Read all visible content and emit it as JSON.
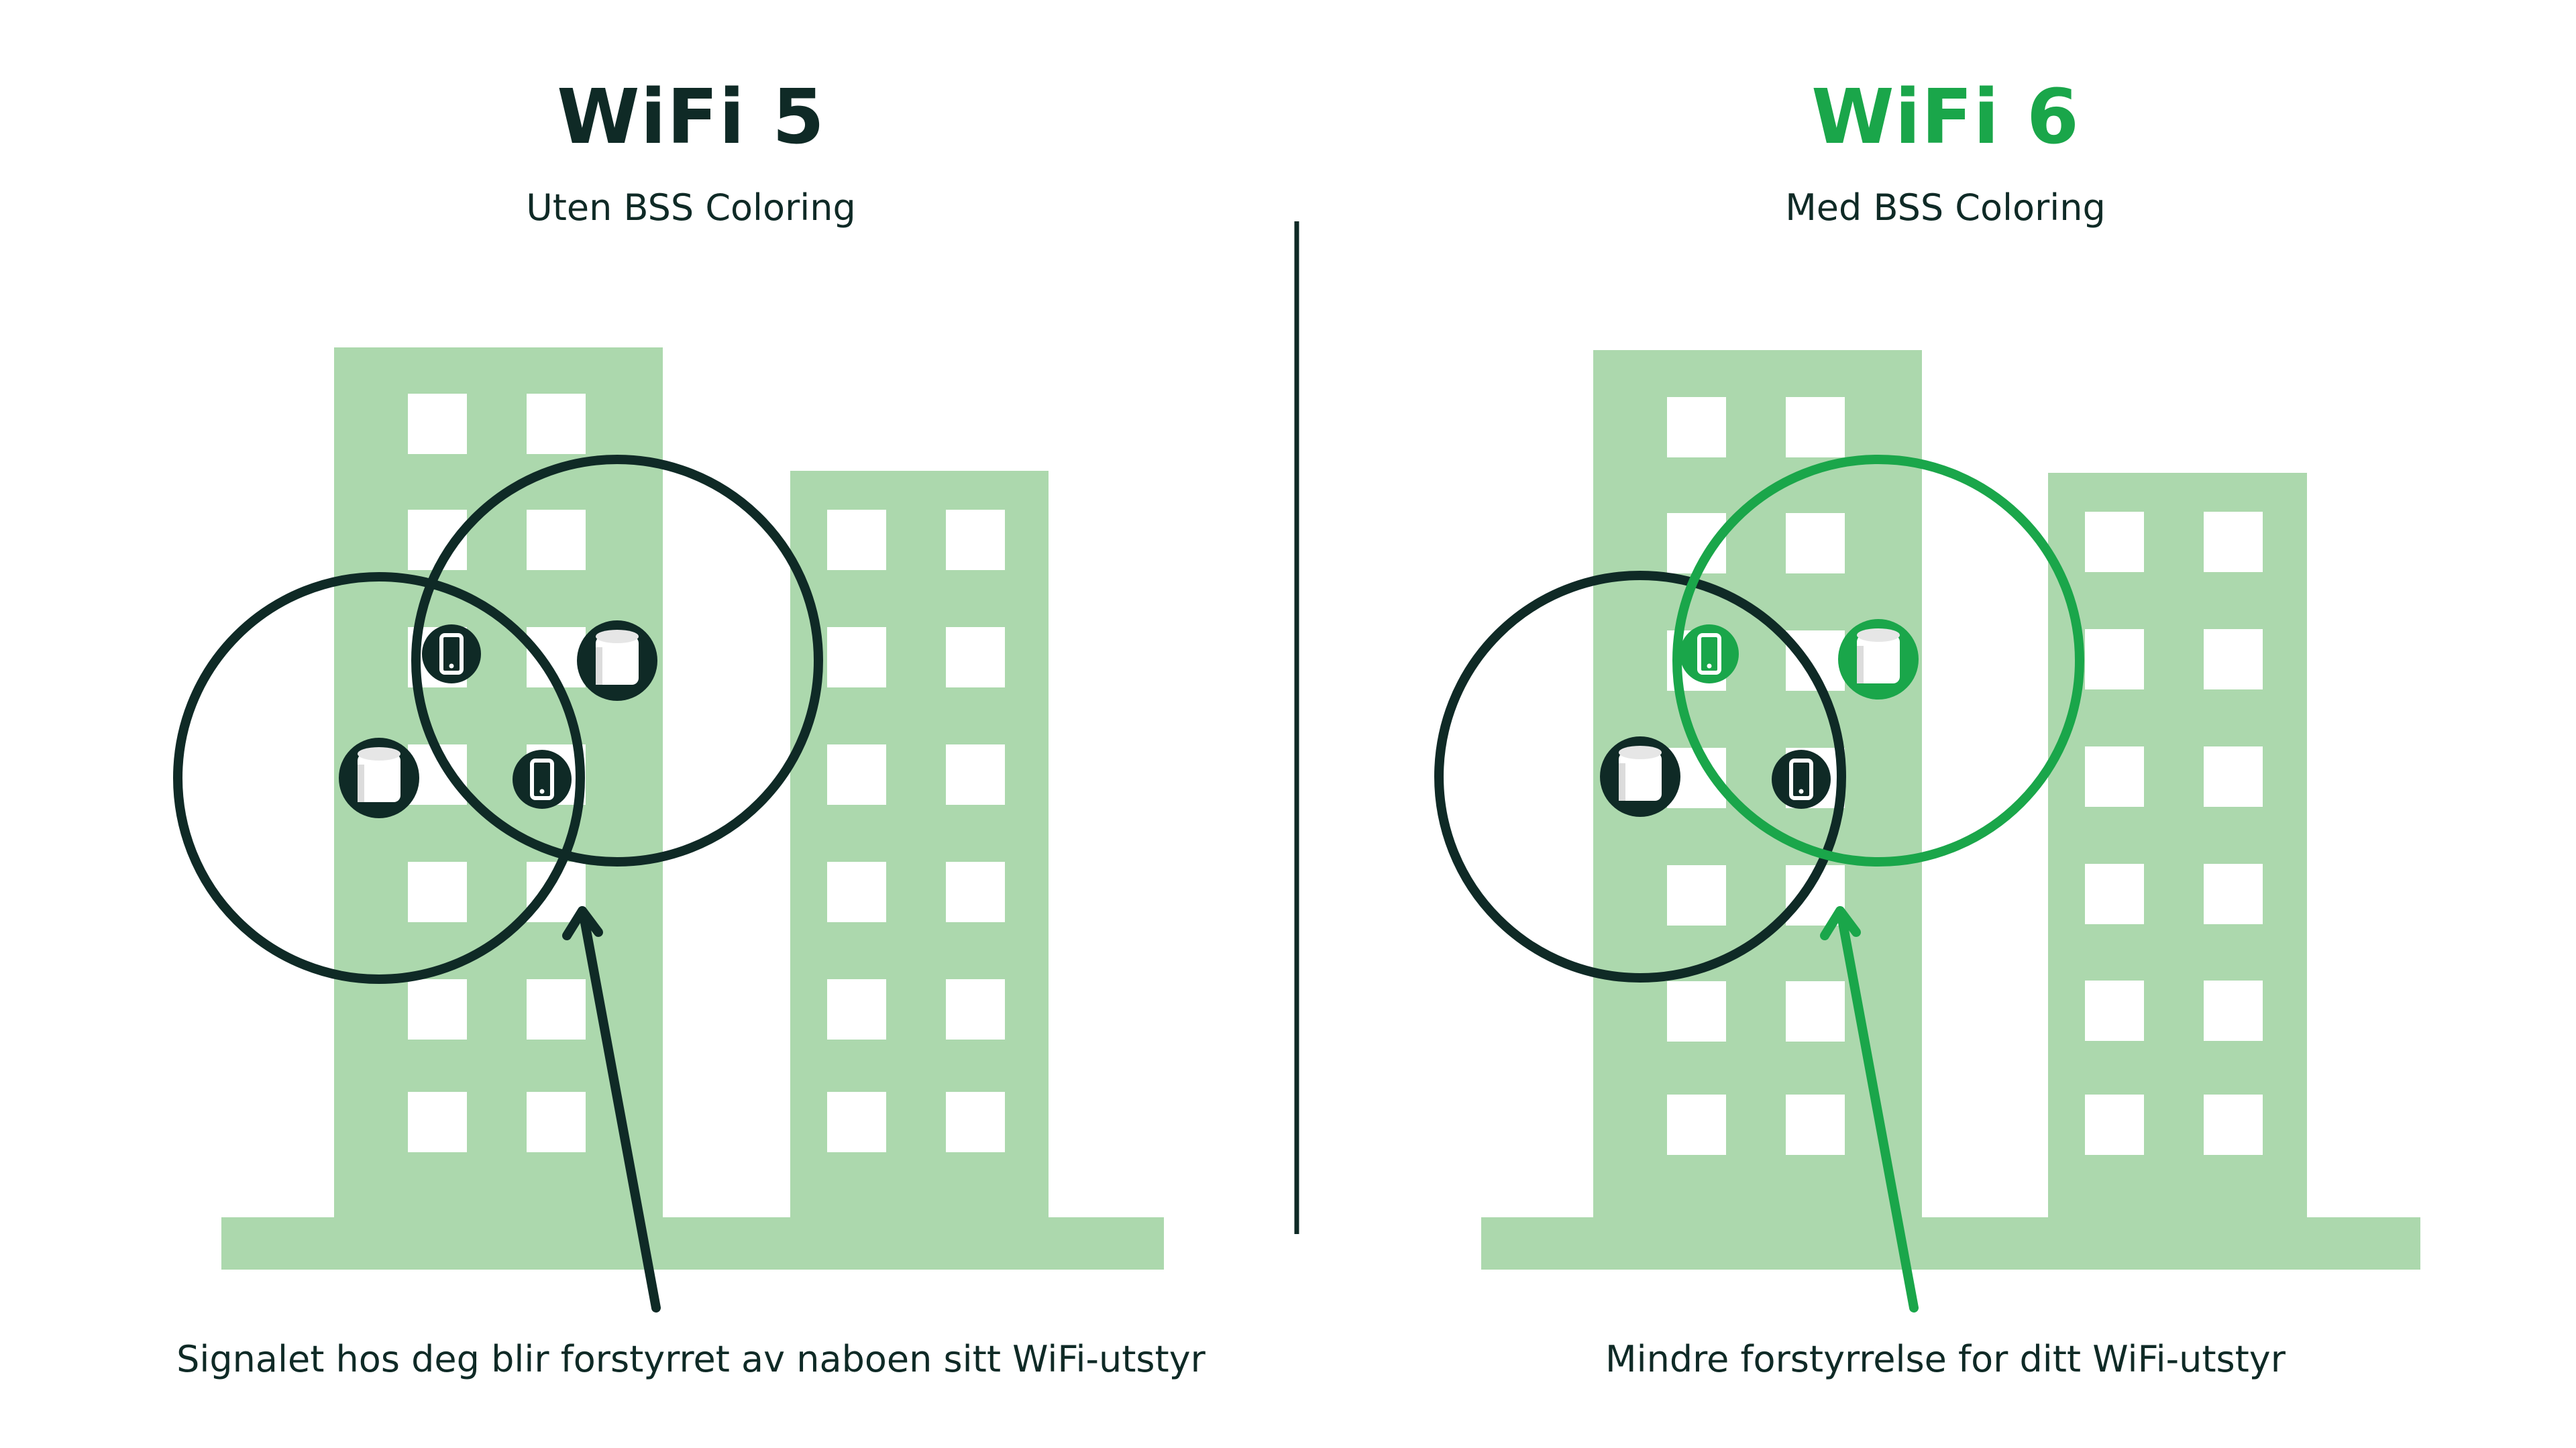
{
  "left_panel": {
    "title": "WiFi 5",
    "subtitle": "Uten BSS Coloring",
    "caption": "Signalet hos deg blir forstyrret av naboen sitt WiFi-utstyr",
    "title_color": "#0f2a26"
  },
  "right_panel": {
    "title": "WiFi 6",
    "subtitle": "Med BSS Coloring",
    "caption": "Mindre forstyrrelse for ditt WiFi-utstyr",
    "title_color": "#1aa64a"
  },
  "colors": {
    "building": "#acd8ad",
    "window": "#ffffff",
    "dark": "#0f2a26",
    "green": "#1aa64a"
  },
  "icons": [
    "router-icon",
    "phone-icon"
  ]
}
